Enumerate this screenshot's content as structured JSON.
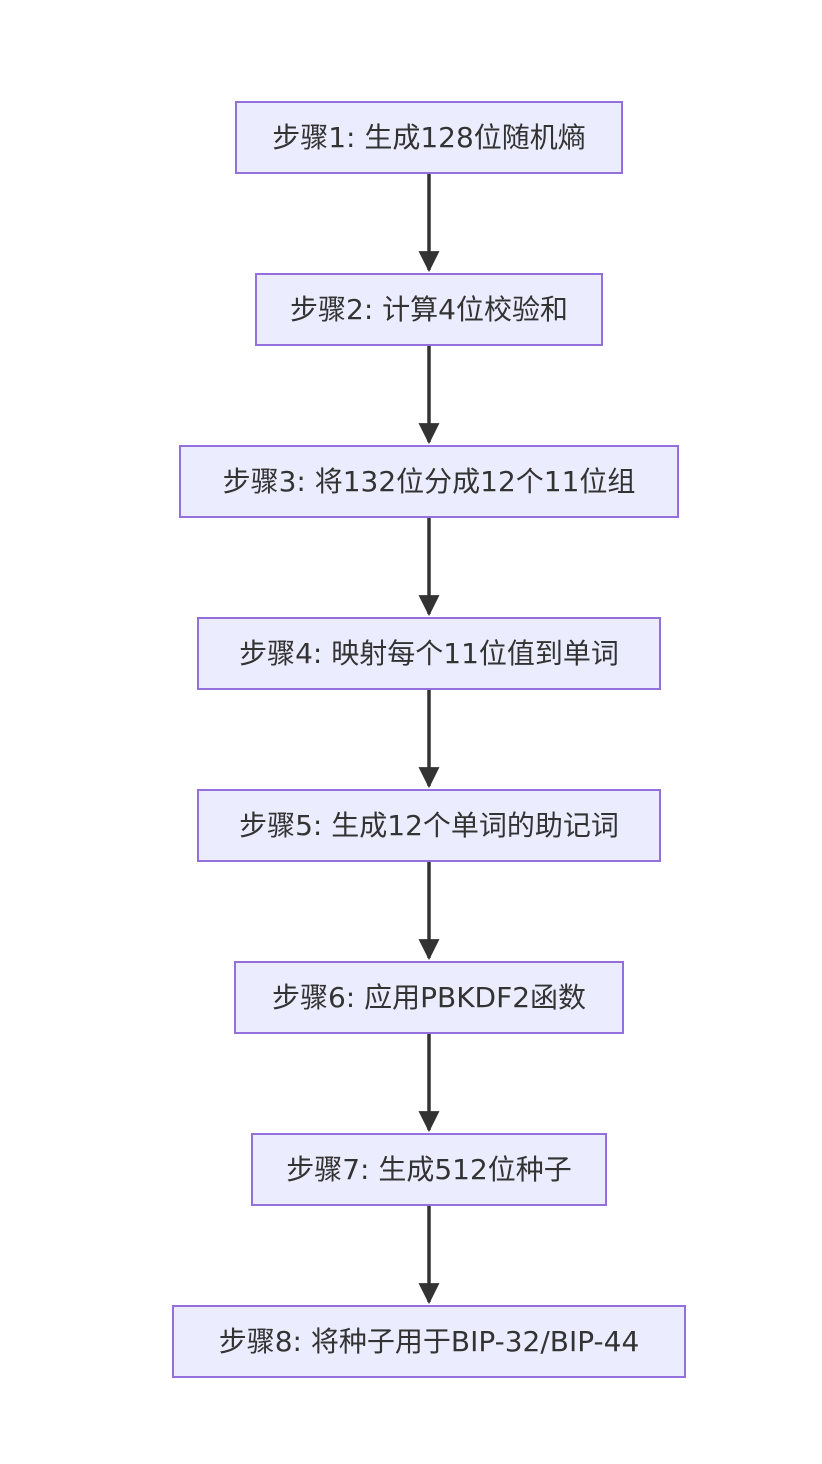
{
  "flowchart": {
    "steps": [
      {
        "label": "步骤1: 生成128位随机熵"
      },
      {
        "label": "步骤2: 计算4位校验和"
      },
      {
        "label": "步骤3: 将132位分成12个11位组"
      },
      {
        "label": "步骤4: 映射每个11位值到单词"
      },
      {
        "label": "步骤5: 生成12个单词的助记词"
      },
      {
        "label": "步骤6: 应用PBKDF2函数"
      },
      {
        "label": "步骤7: 生成512位种子"
      },
      {
        "label": "步骤8: 将种子用于BIP-32/BIP-44"
      }
    ],
    "colors": {
      "node_fill": "#ECECFF",
      "node_border": "#9370DB",
      "text": "#333333",
      "arrow": "#333333"
    }
  }
}
